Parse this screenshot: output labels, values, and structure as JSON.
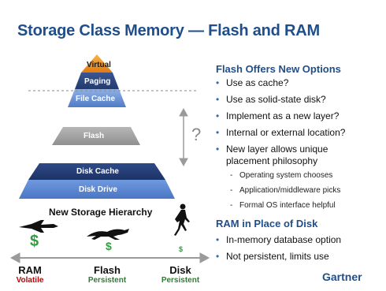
{
  "title": "Storage Class Memory — Flash and RAM",
  "pyramid": {
    "levels": {
      "virtual": "Virtual",
      "paging": "Paging",
      "file_cache": "File Cache",
      "flash": "Flash",
      "disk_cache": "Disk Cache",
      "disk_drive": "Disk Drive"
    },
    "question_mark": "?"
  },
  "hierarchy_caption": "New Storage Hierarchy",
  "tiers": [
    {
      "name": "RAM",
      "note": "Volatile",
      "note_color": "#c00000",
      "icon": "jet-icon",
      "currency": "$"
    },
    {
      "name": "Flash",
      "note": "Persistent",
      "note_color": "#2e7d32",
      "icon": "leaping-cat-icon",
      "currency": "$"
    },
    {
      "name": "Disk",
      "note": "Persistent",
      "note_color": "#2e7d32",
      "icon": "runner-icon",
      "currency": "$"
    }
  ],
  "sections": [
    {
      "heading": "Flash Offers New Options",
      "bullets": [
        "Use as cache?",
        "Use as solid-state disk?",
        "Implement as a new layer?",
        "Internal or external location?",
        "New layer allows unique",
        "placement philosophy"
      ],
      "sub_bullets": [
        "Operating system chooses",
        "Application/middleware picks",
        "Formal OS interface helpful"
      ]
    },
    {
      "heading": "RAM in Place of Disk",
      "bullets": [
        "In-memory database option",
        "Not persistent, limits use"
      ]
    }
  ],
  "brand": "Gartner",
  "colors": {
    "title": "#1f4e8c",
    "accent": "#2e6db4",
    "dollar": "#2e9e3e"
  }
}
